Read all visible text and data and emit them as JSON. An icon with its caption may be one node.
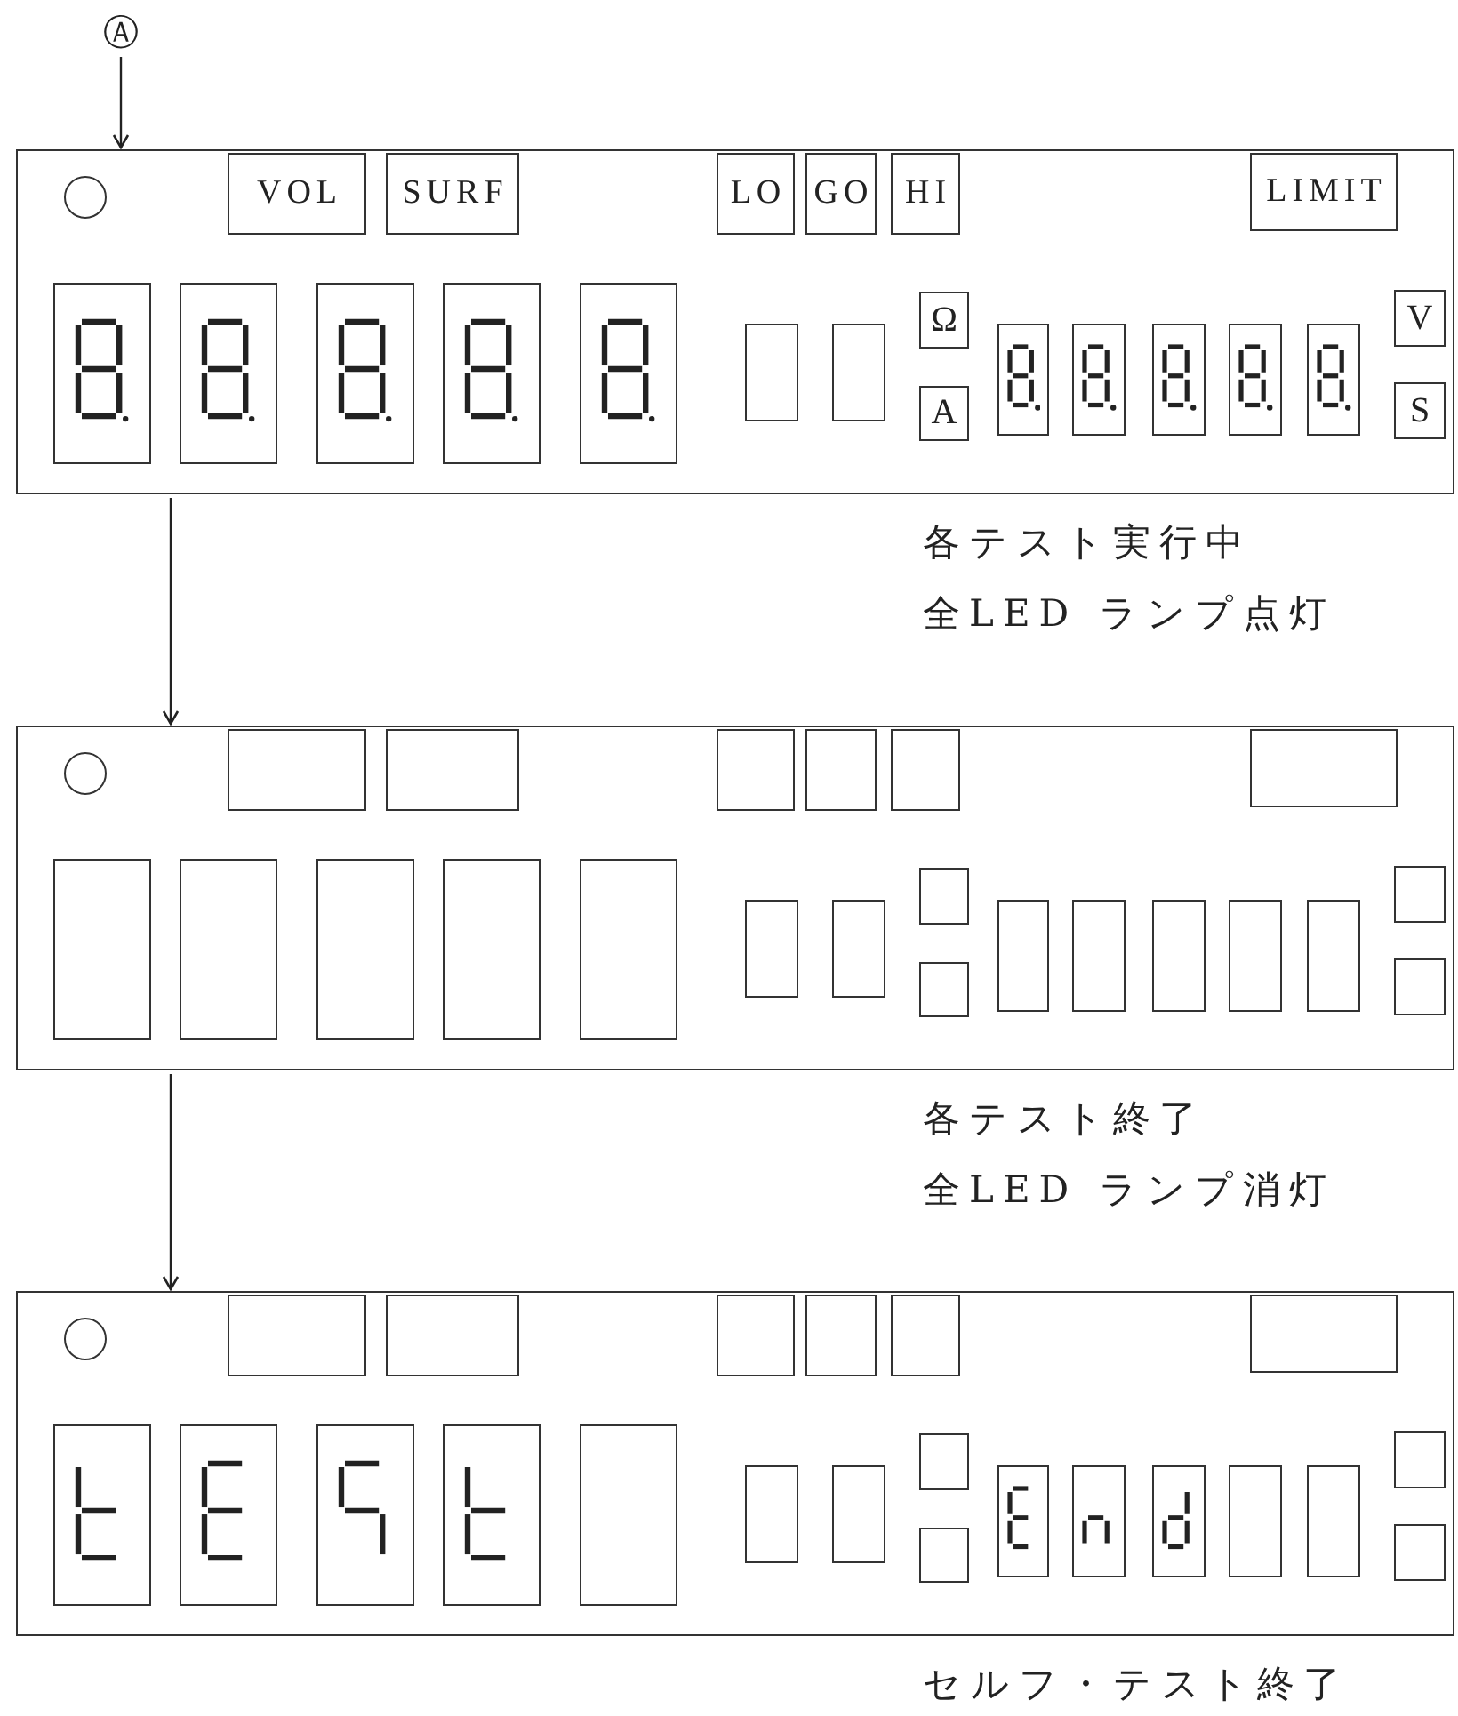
{
  "diagram": {
    "nodes": [
      {
        "text": [
          "Ⓐ"
        ]
      },
      {
        "text": [],
        "shape": "box",
        "beside": [
          "各テスト実行中",
          "全LED ランプ点灯"
        ]
      },
      {
        "text": [],
        "shape": "circle",
        "in": 1
      },
      {
        "text": [
          "VOL"
        ],
        "in": 1
      },
      {
        "text": [
          "SURF"
        ],
        "in": 1
      },
      {
        "text": [
          "LO"
        ],
        "in": 1
      },
      {
        "text": [
          "GO"
        ],
        "in": 1
      },
      {
        "text": [
          "HI"
        ],
        "in": 1
      },
      {
        "text": [
          "LIMIT"
        ],
        "in": 1
      },
      {
        "text": [],
        "shape": "box",
        "in": 1
      },
      {
        "text": [],
        "shape": "box",
        "in": 1
      },
      {
        "text": [],
        "shape": "box",
        "in": 1
      },
      {
        "text": [],
        "shape": "box",
        "in": 1
      },
      {
        "text": [],
        "shape": "box",
        "in": 1
      },
      {
        "text": [],
        "shape": "box",
        "in": 1
      },
      {
        "text": [],
        "shape": "box",
        "in": 1
      },
      {
        "text": [
          "Ω"
        ],
        "in": 1
      },
      {
        "text": [
          "A"
        ],
        "in": 1
      },
      {
        "text": [],
        "shape": "box",
        "in": 1
      },
      {
        "text": [],
        "shape": "box",
        "in": 1
      },
      {
        "text": [],
        "shape": "box",
        "in": 1
      },
      {
        "text": [],
        "shape": "box",
        "in": 1
      },
      {
        "text": [],
        "shape": "box",
        "in": 1
      },
      {
        "text": [
          "V"
        ],
        "in": 1
      },
      {
        "text": [
          "S"
        ],
        "in": 1
      },
      {
        "text": [],
        "shape": "box",
        "beside": [
          "各テスト終了",
          "全LED ランプ消灯"
        ]
      },
      {
        "text": [],
        "shape": "circle",
        "in": 25
      },
      {
        "text": [],
        "shape": "box",
        "in": 25
      },
      {
        "text": [],
        "shape": "box",
        "in": 25
      },
      {
        "text": [],
        "shape": "box",
        "in": 25
      },
      {
        "text": [],
        "shape": "box",
        "in": 25
      },
      {
        "text": [],
        "shape": "box",
        "in": 25
      },
      {
        "text": [],
        "shape": "box",
        "in": 25
      },
      {
        "text": [],
        "shape": "box",
        "in": 25
      },
      {
        "text": [],
        "shape": "box",
        "in": 25
      },
      {
        "text": [],
        "shape": "box",
        "in": 25
      },
      {
        "text": [],
        "shape": "box",
        "in": 25
      },
      {
        "text": [],
        "shape": "box",
        "in": 25
      },
      {
        "text": [],
        "shape": "box",
        "in": 25
      },
      {
        "text": [],
        "shape": "box",
        "in": 25
      },
      {
        "text": [],
        "shape": "box",
        "in": 25
      },
      {
        "text": [],
        "shape": "box",
        "in": 25
      },
      {
        "text": [],
        "shape": "box",
        "in": 25
      },
      {
        "text": [],
        "shape": "box",
        "in": 25
      },
      {
        "text": [],
        "shape": "box",
        "in": 25
      },
      {
        "text": [],
        "shape": "box",
        "in": 25
      },
      {
        "text": [],
        "shape": "box",
        "in": 25
      },
      {
        "text": [],
        "shape": "box",
        "in": 25
      },
      {
        "text": [],
        "shape": "box",
        "in": 25
      },
      {
        "text": [],
        "shape": "box",
        "beside": [
          "セルフ・テスト終了"
        ]
      },
      {
        "text": [],
        "shape": "circle",
        "in": 49
      },
      {
        "text": [],
        "shape": "box",
        "in": 49
      },
      {
        "text": [],
        "shape": "box",
        "in": 49
      },
      {
        "text": [],
        "shape": "box",
        "in": 49
      },
      {
        "text": [],
        "shape": "box",
        "in": 49
      },
      {
        "text": [],
        "shape": "box",
        "in": 49
      },
      {
        "text": [],
        "shape": "box",
        "in": 49
      },
      {
        "text": [],
        "shape": "box",
        "in": 49
      },
      {
        "text": [],
        "shape": "box",
        "in": 49
      },
      {
        "text": [],
        "shape": "box",
        "in": 49
      },
      {
        "text": [],
        "shape": "box",
        "in": 49
      },
      {
        "text": [],
        "shape": "box",
        "in": 49
      },
      {
        "text": [],
        "shape": "box",
        "in": 49
      },
      {
        "text": [],
        "shape": "box",
        "in": 49
      },
      {
        "text": [],
        "shape": "box",
        "in": 49
      },
      {
        "text": [],
        "shape": "box",
        "in": 49
      },
      {
        "text": [],
        "shape": "box",
        "in": 49
      },
      {
        "text": [],
        "shape": "box",
        "in": 49
      },
      {
        "text": [],
        "shape": "box",
        "in": 49
      },
      {
        "text": [],
        "shape": "box",
        "in": 49
      },
      {
        "text": [],
        "shape": "box",
        "in": 49
      },
      {
        "text": [],
        "shape": "box",
        "in": 49
      },
      {
        "text": [],
        "shape": "box",
        "in": 49
      }
    ],
    "edges": [
      {
        "from": 0,
        "to": 1,
        "arrow": "to"
      },
      {
        "from": 1,
        "to": 25,
        "arrow": "to"
      },
      {
        "from": 25,
        "to": 49,
        "arrow": "to"
      }
    ]
  }
}
